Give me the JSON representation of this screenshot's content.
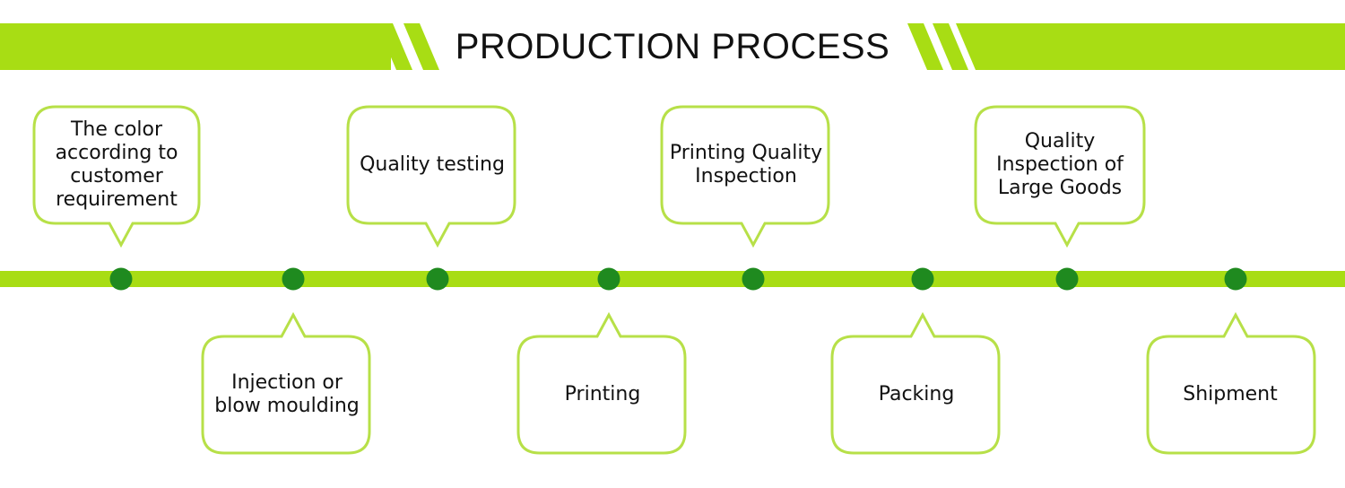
{
  "title": "PRODUCTION PROCESS",
  "colors": {
    "accent": "#a8dd14",
    "bubble_border": "#b7e048",
    "dot": "#1f8a1f",
    "text": "#111111",
    "background": "#ffffff"
  },
  "steps": [
    {
      "label": "The color according to customer requirement",
      "position": "above"
    },
    {
      "label": "Injection or blow moulding",
      "position": "below"
    },
    {
      "label": "Quality testing",
      "position": "above"
    },
    {
      "label": "Printing",
      "position": "below"
    },
    {
      "label": "Printing Quality Inspection",
      "position": "above"
    },
    {
      "label": "Packing",
      "position": "below"
    },
    {
      "label": "Quality Inspection of Large Goods",
      "position": "above"
    },
    {
      "label": "Shipment",
      "position": "below"
    }
  ]
}
